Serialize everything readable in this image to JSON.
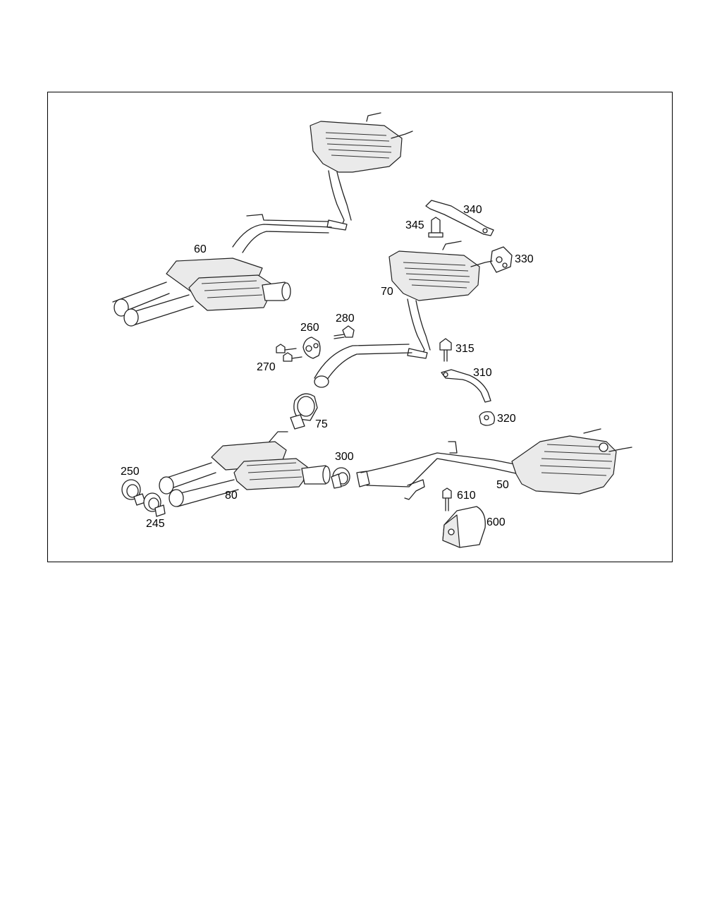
{
  "diagram": {
    "parts": [
      {
        "key": "p60",
        "number": "60"
      },
      {
        "key": "p340",
        "number": "340"
      },
      {
        "key": "p345",
        "number": "345"
      },
      {
        "key": "p330",
        "number": "330"
      },
      {
        "key": "p70",
        "number": "70"
      },
      {
        "key": "p280",
        "number": "280"
      },
      {
        "key": "p260",
        "number": "260"
      },
      {
        "key": "p315",
        "number": "315"
      },
      {
        "key": "p270",
        "number": "270"
      },
      {
        "key": "p310",
        "number": "310"
      },
      {
        "key": "p75",
        "number": "75"
      },
      {
        "key": "p320",
        "number": "320"
      },
      {
        "key": "p250",
        "number": "250"
      },
      {
        "key": "p300",
        "number": "300"
      },
      {
        "key": "p610",
        "number": "610"
      },
      {
        "key": "p50",
        "number": "50"
      },
      {
        "key": "p80",
        "number": "80"
      },
      {
        "key": "p600",
        "number": "600"
      },
      {
        "key": "p245",
        "number": "245"
      }
    ]
  }
}
